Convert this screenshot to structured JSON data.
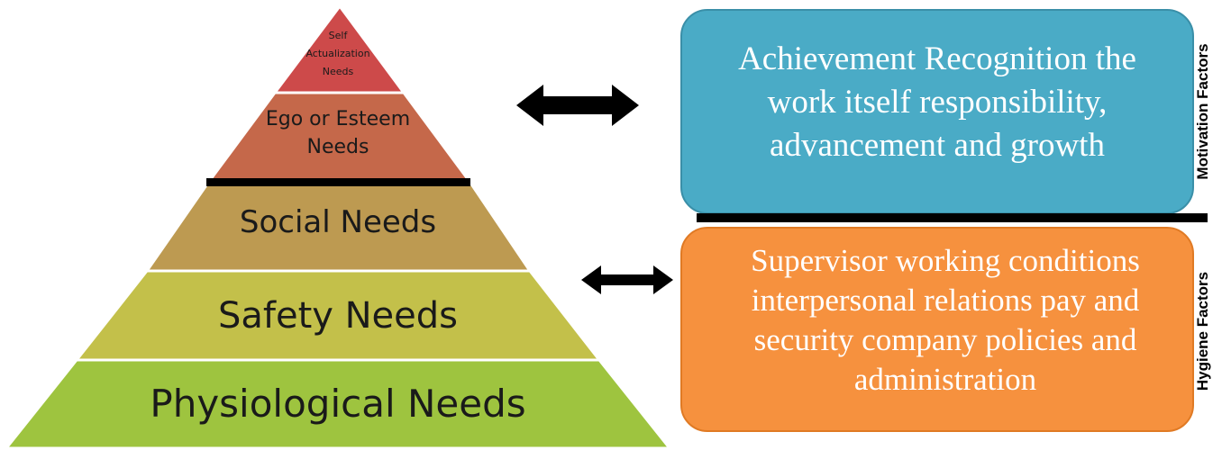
{
  "pyramid": {
    "levels": [
      {
        "label": "Self Actualization Needs",
        "lines": [
          "Self",
          "Actualization",
          "Needs"
        ],
        "color": "#cd4a4a"
      },
      {
        "label": "Ego or Esteem Needs",
        "lines": [
          "Ego or Esteem",
          "Needs"
        ],
        "color": "#c5684a"
      },
      {
        "label": "Social Needs",
        "color": "#bd9a51"
      },
      {
        "label": "Safety Needs",
        "color": "#c3c04a"
      },
      {
        "label": "Physiological Needs",
        "color": "#9ec43f"
      }
    ]
  },
  "factors": {
    "motivation": {
      "title": "Motivation Factors",
      "text": "Achievement Recognition the work itself responsibility, advancement and growth",
      "color": "#4aabc6"
    },
    "hygiene": {
      "title": "Hygiene Factors",
      "text": "Supervisor working conditions interpersonal relations pay and security company policies and administration",
      "color": "#f6913e"
    }
  },
  "icons": [
    "double-arrow-icon",
    "double-arrow-icon"
  ]
}
